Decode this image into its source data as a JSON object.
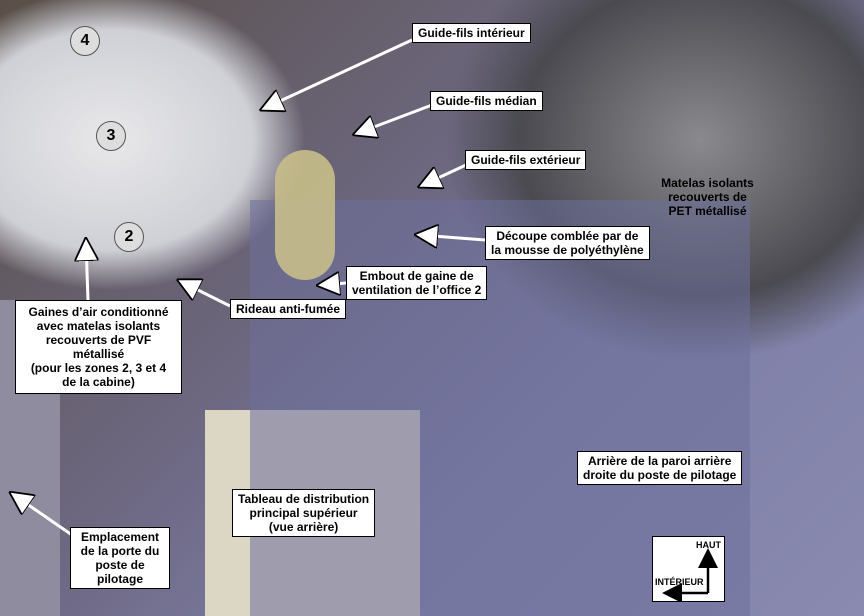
{
  "callouts": {
    "guide_int": "Guide-fils intérieur",
    "guide_med": "Guide-fils médian",
    "guide_ext": "Guide-fils extérieur",
    "matelas_pet": [
      "Matelas isolants",
      "recouverts de",
      "PET métallisé"
    ],
    "decoupe": [
      "Découpe comblée par de",
      "la mousse de polyéthylène"
    ],
    "embout": [
      "Embout de gaine de",
      "ventilation de l’office 2"
    ],
    "rideau": "Rideau anti-fumée",
    "gaines": [
      "Gaines d’air conditionné",
      "avec matelas isolants",
      "recouverts de PVF métallisé",
      "(pour les zones 2, 3 et 4",
      "de la cabine)"
    ],
    "tableau": [
      "Tableau de distribution",
      "principal supérieur",
      "(vue arrière)"
    ],
    "arriere": [
      "Arrière de la paroi arrière",
      "droite du poste de pilotage"
    ],
    "porte": [
      "Emplacement",
      "de la porte du",
      "poste de pilotage"
    ]
  },
  "zones": [
    "4",
    "3",
    "2"
  ],
  "orientation": {
    "up": "HAUT",
    "side": "INTÉRIEUR"
  }
}
